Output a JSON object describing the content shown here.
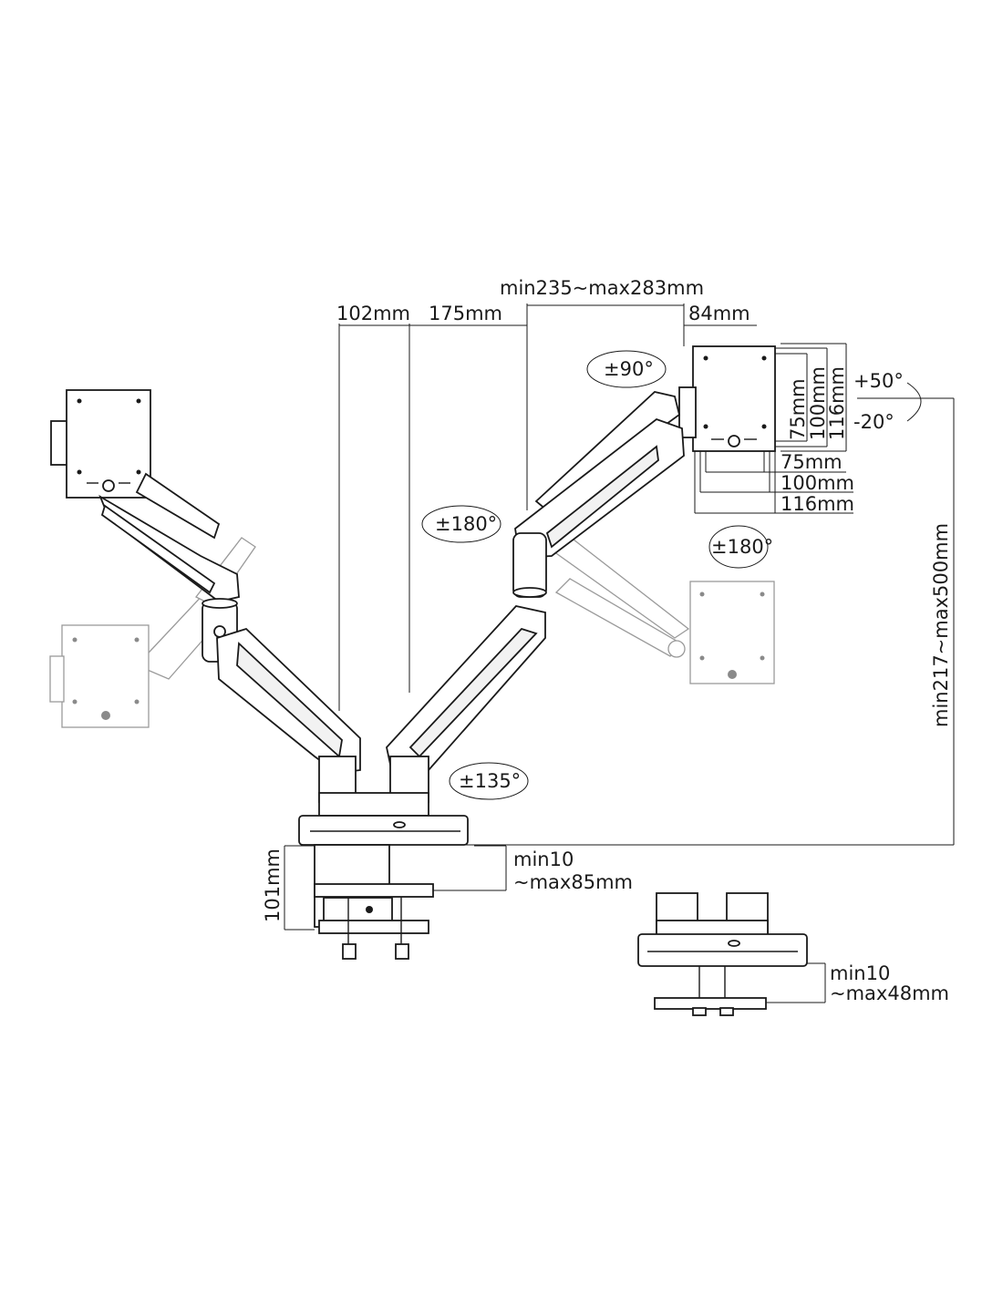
{
  "labels": {
    "reach_range": "min235~max283mm",
    "d102": "102mm",
    "d175": "175mm",
    "d84": "84mm",
    "tilt_up": "+50°",
    "tilt_down": "-20°",
    "v75": "75mm",
    "v100": "100mm",
    "v116": "116mm",
    "h75": "75mm",
    "h100": "100mm",
    "h116": "116mm",
    "swivel90": "±90°",
    "swivel180_mid": "±180°",
    "rotate180": "±180°",
    "swivel135": "±135°",
    "height_range": "min217~max500mm",
    "d101": "101mm",
    "clamp_min": "min10",
    "clamp_max": "~max85mm",
    "grommet_min": "min10",
    "grommet_max": "~max48mm"
  },
  "colors": {
    "line": "#1a1a1a",
    "ghost": "#9a9a9a",
    "background": "#ffffff"
  }
}
